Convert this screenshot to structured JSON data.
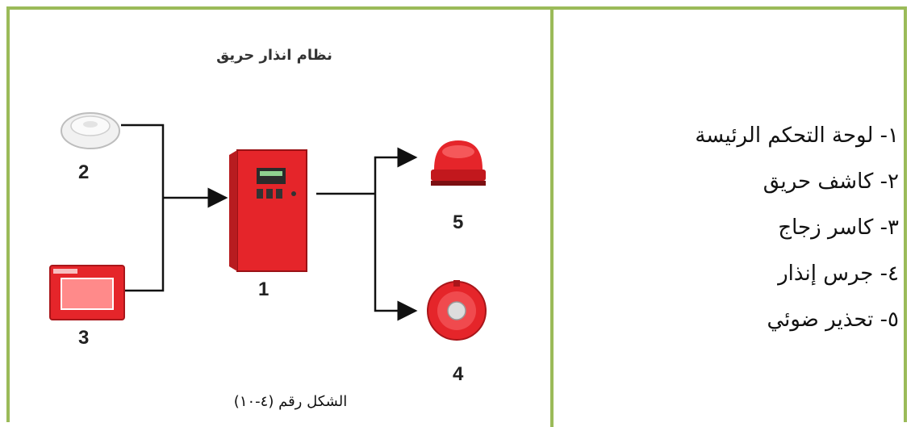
{
  "diagram": {
    "title": "نظام انذار حريق",
    "caption": "الشكل رقم (٤-١٠)",
    "labels": {
      "panel": "1",
      "detector": "2",
      "breakglass": "3",
      "bell": "4",
      "strobe": "5"
    }
  },
  "legend": {
    "items": [
      "١- لوحة التحكم الرئيسة",
      "٢- كاشف حريق",
      "٣- كاسر زجاج",
      "٤- جرس إنذار",
      "٥- تحذير ضوئي"
    ]
  },
  "colors": {
    "frame": "#9bbb59",
    "device_red": "#e5252a",
    "wire": "#111111"
  }
}
